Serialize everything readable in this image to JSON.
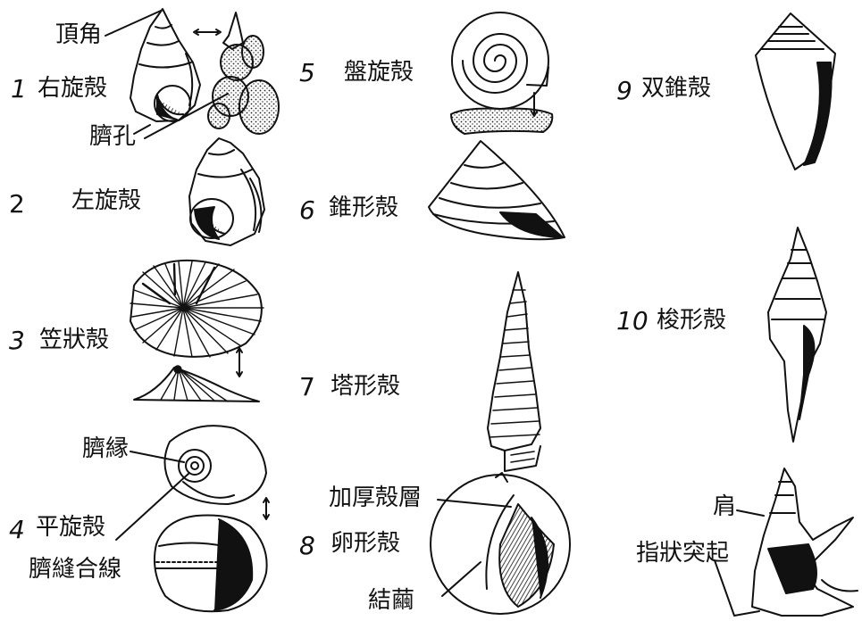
{
  "labels": {
    "apex": "頂角",
    "umbilicus": "臍孔",
    "umbilical_margin": "臍縁",
    "umbilical_suture": "臍縫合線",
    "thick_lip": "加厚殻層",
    "callus": "結繭",
    "shoulder": "肩",
    "finger_process": "指狀突起"
  },
  "items": [
    {
      "num": "1",
      "name": "右旋殻"
    },
    {
      "num": "2",
      "name": "左旋殻"
    },
    {
      "num": "3",
      "name": "笠狀殻"
    },
    {
      "num": "4",
      "name": "平旋殻"
    },
    {
      "num": "5",
      "name": "盤旋殻"
    },
    {
      "num": "6",
      "name": "錐形殻"
    },
    {
      "num": "7",
      "name": "塔形殻"
    },
    {
      "num": "8",
      "name": "卵形殻"
    },
    {
      "num": "9",
      "name": "双錐殻"
    },
    {
      "num": "10",
      "name": "梭形殻"
    }
  ],
  "colors": {
    "ink": "#111111",
    "paper": "#ffffff"
  }
}
